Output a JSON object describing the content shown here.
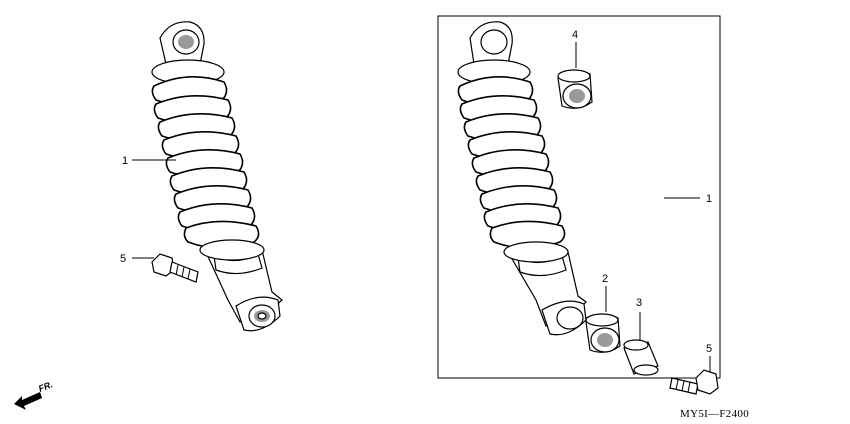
{
  "callouts": {
    "left_shock": "1",
    "left_bolt": "5",
    "right_shock": "1",
    "bushing_upper": "4",
    "bushing_lower": "2",
    "collar": "3",
    "right_bolt": "5"
  },
  "diagram_code": "MY5I—F2400",
  "direction_label": "FR.",
  "icons": {
    "direction": "arrow-icon"
  }
}
